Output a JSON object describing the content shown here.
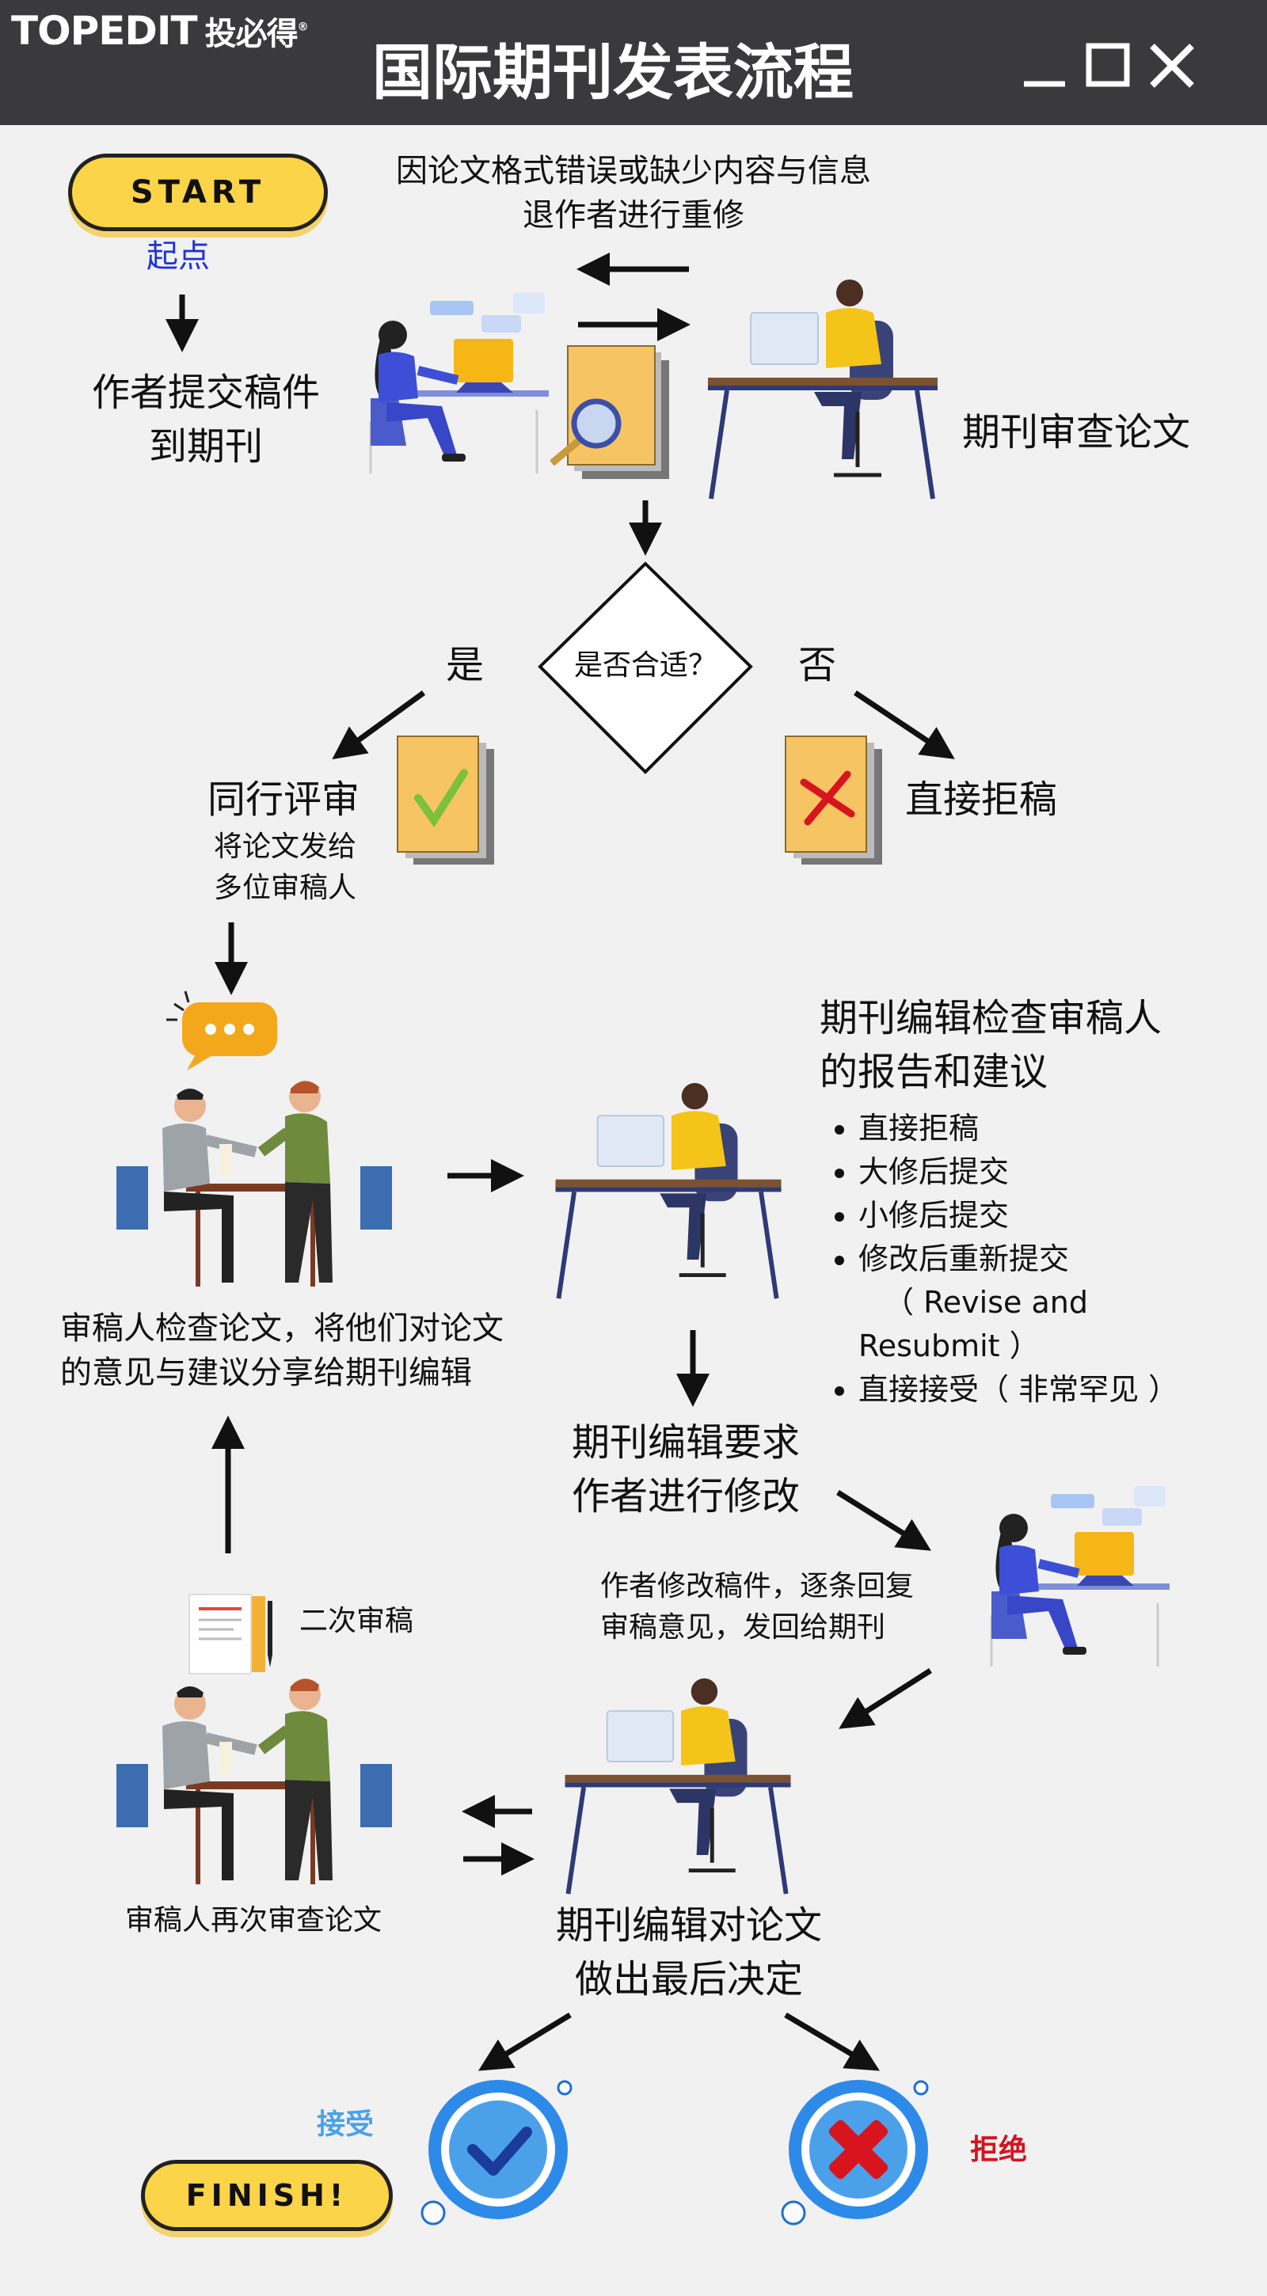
{
  "window": {
    "brand": "TOPEDIT",
    "brand_cn": "投必得",
    "brand_mark": "®",
    "title": "国际期刊发表流程"
  },
  "start": {
    "label": "START",
    "caption": "起点"
  },
  "step_submit": {
    "line1": "作者提交稿件",
    "line2": "到期刊"
  },
  "return_note": {
    "line1": "因论文格式错误或缺少内容与信息",
    "line2": "退作者进行重修"
  },
  "step_screen": {
    "label": "期刊审查论文"
  },
  "decision": {
    "question": "是否合适？",
    "yes": "是",
    "no": "否"
  },
  "peer_review": {
    "title": "同行评审",
    "line1": "将论文发给",
    "line2": "多位审稿人"
  },
  "reject_direct": {
    "label": "直接拒稿"
  },
  "editor_check": {
    "line1": "期刊编辑检查审稿人",
    "line2": "的报告和建议",
    "options": [
      "直接拒稿",
      "大修后提交",
      "小修后提交",
      "修改后重新提交"
    ],
    "option4_en1": "（ Revise and",
    "option4_en2": "Resubmit ）",
    "option5": "直接接受（ 非常罕见 ）"
  },
  "reviewer_share": {
    "line1": "审稿人检查论文，将他们对论文",
    "line2": "的意见与建议分享给期刊编辑"
  },
  "revision_request": {
    "line1": "期刊编辑要求",
    "line2": "作者进行修改"
  },
  "author_revise": {
    "line1": "作者修改稿件，逐条回复",
    "line2": "审稿意见，发回给期刊"
  },
  "second_review": {
    "label": "二次审稿"
  },
  "reviewer_again": {
    "label": "审稿人再次审查论文"
  },
  "final_decision": {
    "line1": "期刊编辑对论文",
    "line2": "做出最后决定"
  },
  "accept": {
    "label": "接受"
  },
  "reject": {
    "label": "拒绝"
  },
  "finish": {
    "label": "FINISH!"
  },
  "colors": {
    "titlebar": "#3a3a3c",
    "background": "#f1f1f2",
    "pill": "#fcd447",
    "accept_blue": "#4aa1ea",
    "reject_red": "#d4141f",
    "start_caption": "#1f33d4",
    "person_yellow": "#f5c418",
    "person_blue": "#3847c8"
  }
}
